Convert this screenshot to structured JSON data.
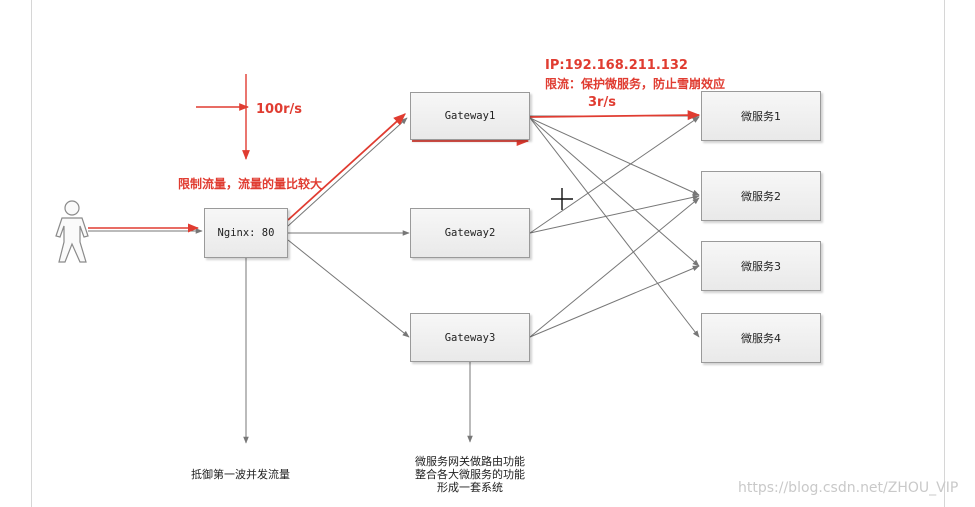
{
  "nodes": {
    "nginx": "Nginx: 80",
    "gateways": [
      "Gateway1",
      "Gateway2",
      "Gateway3"
    ],
    "services": [
      "微服务1",
      "微服务2",
      "微服务3",
      "微服务4"
    ]
  },
  "annotations": {
    "rate_100": "100r/s",
    "limit_note": "限制流量，流量的量比较大",
    "ip": "IP:192.168.211.132",
    "limit_protect": "限流：保护微服务，防止雪崩效应",
    "rate_3": "3r/s"
  },
  "notes": {
    "nginx_note": "抵御第一波并发流量",
    "gateway_note": [
      "微服务网关做路由功能",
      "整合各大微服务的功能",
      "形成一套系统"
    ]
  },
  "watermark": "https://blog.csdn.net/ZHOU_VIP",
  "colors": {
    "red": "#e03c31",
    "gray_line": "#8a8a8a"
  }
}
